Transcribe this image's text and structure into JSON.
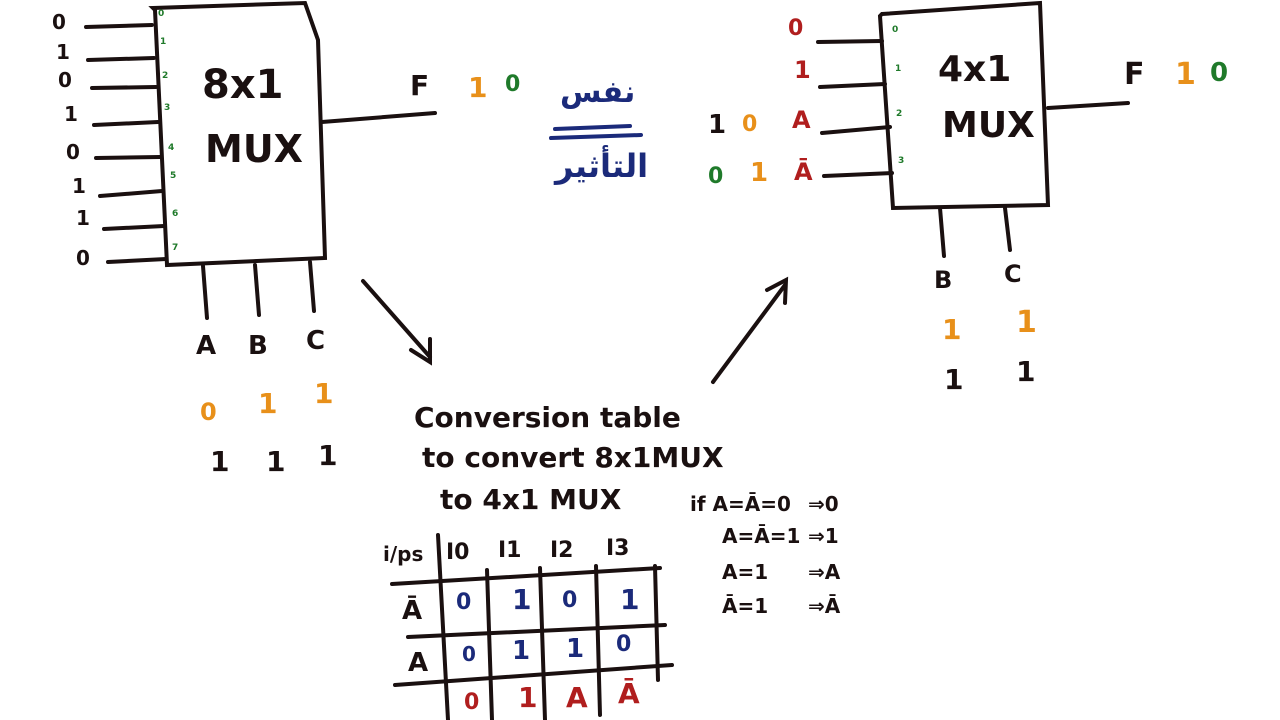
{
  "colors": {
    "ink": "#1a1010",
    "orange": "#e8901a",
    "green": "#1f7a2a",
    "red": "#b01e1e",
    "blue": "#1b2a7a"
  },
  "mux8": {
    "title_line1": "8x1",
    "title_line2": "MUX",
    "inputs": [
      "0",
      "1",
      "0",
      "1",
      "0",
      "1",
      "1",
      "0"
    ],
    "pin_labels": [
      "0",
      "1",
      "2",
      "3",
      "4",
      "5",
      "6",
      "7"
    ],
    "selects": [
      "A",
      "B",
      "C"
    ],
    "select_values_orange": [
      "0",
      "1",
      "1"
    ],
    "select_values_black": [
      "1",
      "1",
      "1"
    ],
    "output_label": "F",
    "output_values": [
      "1",
      "0"
    ]
  },
  "equivalence": {
    "top": "نفس",
    "symbol": "=",
    "bottom": "التأثير"
  },
  "mux4": {
    "title_line1": "4x1",
    "title_line2": "MUX",
    "inputs": [
      "0",
      "1",
      "A",
      "Ā"
    ],
    "pin_labels": [
      "0",
      "1",
      "2",
      "3"
    ],
    "extra_values_row_A": [
      "1",
      "0"
    ],
    "extra_values_row_Abar": [
      "0",
      "1"
    ],
    "selects": [
      "B",
      "C"
    ],
    "select_values_orange": [
      "1",
      "1"
    ],
    "select_values_black": [
      "1",
      "1"
    ],
    "output_label": "F",
    "output_values": [
      "1",
      "0"
    ]
  },
  "conversion": {
    "caption_line1": "Conversion table",
    "caption_line2": "to convert 8x1MUX",
    "caption_line3": "to 4x1 MUX",
    "table": {
      "corner": "i/ps",
      "headers": [
        "I0",
        "I1",
        "I2",
        "I3"
      ],
      "rows": [
        {
          "label": "Ā",
          "cells": [
            "0",
            "1",
            "0",
            "1"
          ]
        },
        {
          "label": "A",
          "cells": [
            "0",
            "1",
            "1",
            "0"
          ]
        }
      ],
      "result": [
        "0",
        "1",
        "A",
        "Ā"
      ]
    },
    "rules": [
      {
        "cond": "if A=Ā=0",
        "result": "⇒0"
      },
      {
        "cond": "A=Ā=1",
        "result": "⇒1"
      },
      {
        "cond": "A=1",
        "result": "⇒A"
      },
      {
        "cond": "Ā=1",
        "result": "⇒Ā"
      }
    ]
  }
}
